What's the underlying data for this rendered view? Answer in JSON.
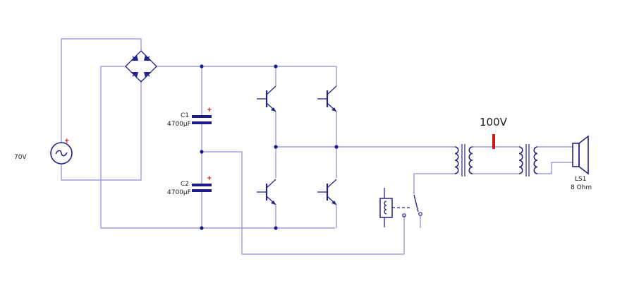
{
  "labels": {
    "source_voltage": "70V",
    "c1_ref": "C1",
    "c1_value": "4700µF",
    "c2_ref": "C2",
    "c2_value": "4700µF",
    "line_voltage": "100V",
    "speaker_ref": "LS1",
    "speaker_value": "8 Ohm"
  },
  "colors": {
    "wire": "#8a8ad6",
    "component": "#22228a",
    "node": "#1c1c8c",
    "marker": "#cc1a1a",
    "polarity": "#b01010"
  }
}
